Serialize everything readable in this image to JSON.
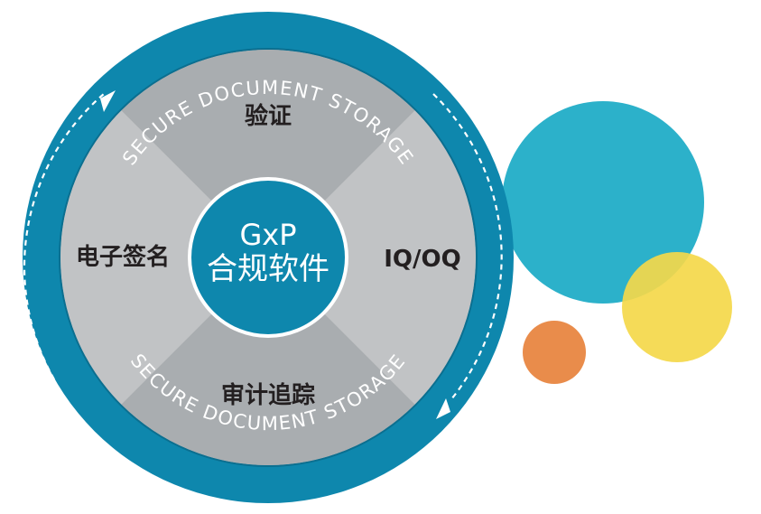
{
  "center": {
    "line1": "GxP",
    "line2": "合规软件"
  },
  "segments": {
    "top": "验证",
    "right": "IQ/OQ",
    "bottom": "审计追踪",
    "left": "电子签名"
  },
  "ring": {
    "top_text": "SECURE DOCUMENT STORAGE",
    "bottom_text": "SECURE DOCUMENT STORAGE"
  },
  "colors": {
    "ring": "#0e87ad",
    "center": "#0e87ad",
    "segment_vertical": "#a9adb0",
    "segment_horizontal": "#c1c3c5",
    "bubble_blue": "#25aec8",
    "bubble_yellow": "#f4d84a",
    "bubble_orange": "#e98c4b"
  }
}
